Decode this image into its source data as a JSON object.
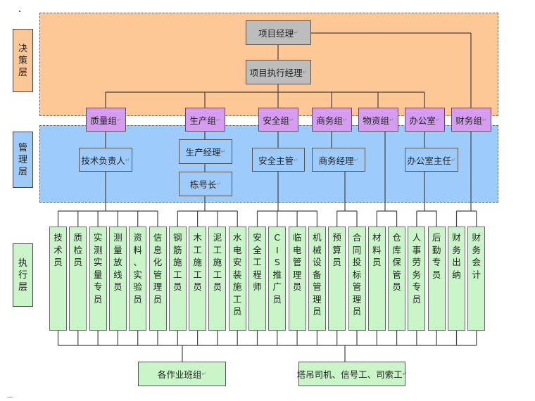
{
  "layers": {
    "decision": "决策层",
    "management": "管理层",
    "execution": "执行层"
  },
  "top": {
    "project_manager": "项目经理",
    "executive_manager": "项目执行经理"
  },
  "groups": [
    {
      "label": "质量组"
    },
    {
      "label": "生产组"
    },
    {
      "label": "安全组"
    },
    {
      "label": "商务组"
    },
    {
      "label": "物资组"
    },
    {
      "label": "办公室"
    },
    {
      "label": "财务组"
    }
  ],
  "managers": {
    "tech_lead": "技术负责人",
    "production_manager": "生产经理",
    "building_lead": "栋号长",
    "safety_supervisor": "安全主管",
    "business_manager": "商务经理",
    "office_director": "办公室主任"
  },
  "staff": [
    "技术员",
    "质检员",
    "实测实量专员",
    "测量放线员",
    "资料、实验员",
    "信息化管理员",
    "钢筋施工员",
    "木工施工员",
    "泥工施工员",
    "水电安装施工员",
    "安全工程师",
    "CIS推广员",
    "临电管理员",
    "机械设备管理员",
    "预算员",
    "合同投标管理员",
    "材料员",
    "仓库保管员",
    "人事劳务专员",
    "后勤专员",
    "财务出纳",
    "财务会计"
  ],
  "bottom": {
    "work_teams": "各作业班组",
    "crane_staff": "塔吊司机、信号工、司索工"
  },
  "colors": {
    "decision_zone": "#fdc896",
    "management_zone": "#9dcbfb",
    "execution": "#c9f5c9",
    "top_box": "#bdbdbd",
    "group_box": "#d59cf2"
  }
}
